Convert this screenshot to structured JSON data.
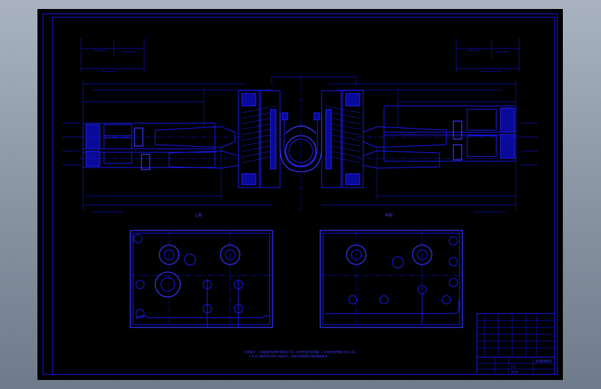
{
  "drawing": {
    "view_left_label": "L向",
    "view_right_label": "R向",
    "notes": [
      "技术要求：1.装配前所有零件需清洗干净，机构件需涂润滑脂；2.各齿轮啮合需灵活无卡滞。",
      "2.未注公差按GB1804-m级执行，各配合面需保证装配精度要求。"
    ],
    "title_block": {
      "name": "减速器装配图",
      "scale": "1:1",
      "sheet": "共1张"
    }
  },
  "colors": {
    "background": "#000000",
    "line": "#1a1aff",
    "chrome": "#8d98a7"
  }
}
